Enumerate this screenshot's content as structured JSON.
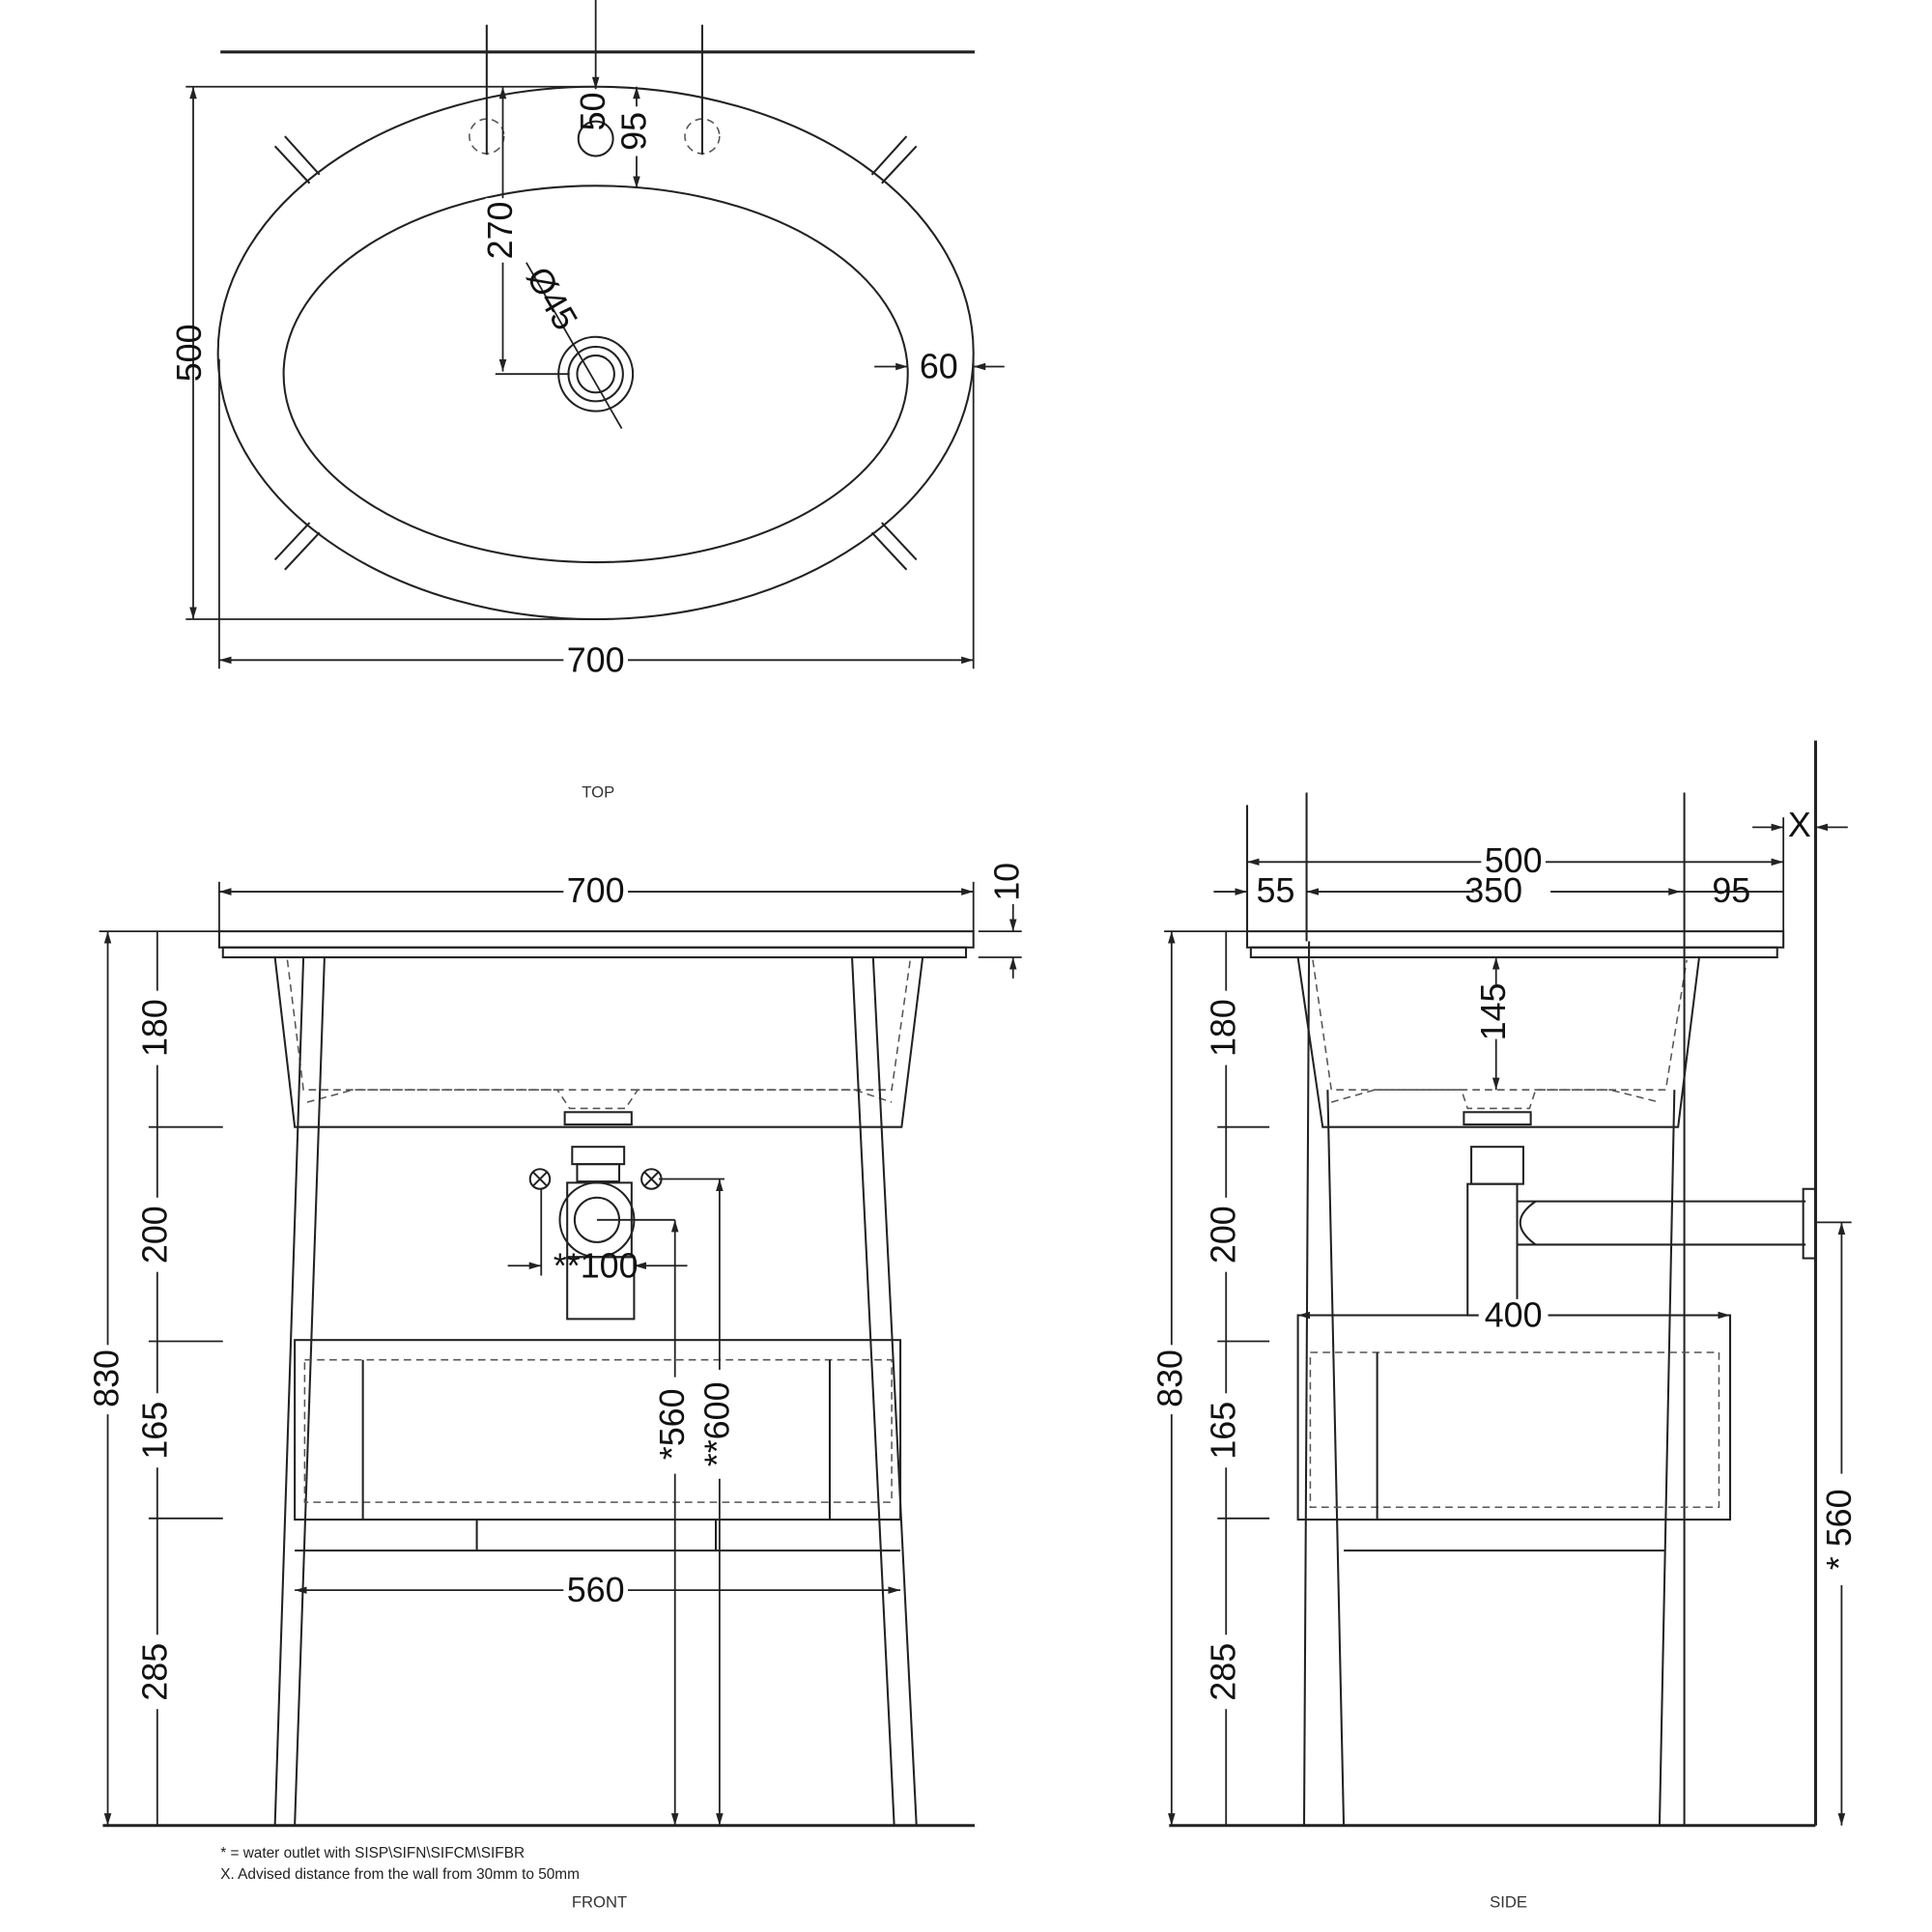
{
  "views": {
    "top": "TOP",
    "front": "FRONT",
    "side": "SIDE"
  },
  "top_dims": {
    "d500": "500",
    "d700": "700",
    "d270": "270",
    "d50": "50",
    "d95": "95",
    "d45": "Ø45",
    "d60": "60"
  },
  "front_dims": {
    "d700": "700",
    "d10": "10",
    "d830": "830",
    "d180": "180",
    "d200": "200",
    "d165": "165",
    "d285": "285",
    "d100": "**100",
    "d560v": "*560",
    "d600": "**600",
    "d560h": "560"
  },
  "side_dims": {
    "d500": "500",
    "d55": "55",
    "d350": "350",
    "d95": "95",
    "x": "X",
    "d145": "145",
    "d400": "400",
    "d830": "830",
    "d180": "180",
    "d200": "200",
    "d165": "165",
    "d285": "285",
    "d560": "* 560"
  },
  "notes": [
    "* = water outlet with SISP\\SIFN\\SIFCM\\SIFBR",
    "X. Advised distance from the wall from 30mm to 50mm"
  ]
}
